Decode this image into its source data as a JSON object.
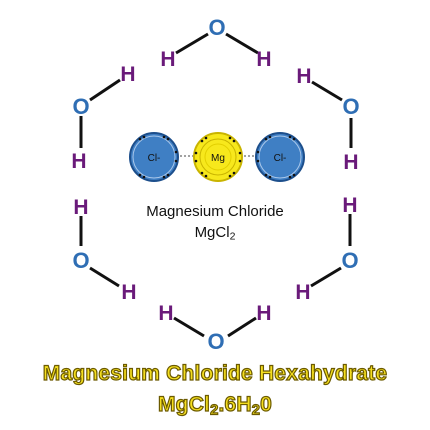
{
  "colors": {
    "oxygen": "#2f6eb4",
    "hydrogen": "#6a1a7a",
    "bond": "#111111",
    "chloride_fill": "#3f7fc4",
    "chloride_ring": "#1d4f8c",
    "magnesium_fill": "#f7e81c",
    "magnesium_ring": "#c9b400",
    "title_fill": "#f5df1f",
    "title_outline": "#6b5a00"
  },
  "atoms": {
    "oxygen": "O",
    "hydrogen": "H",
    "chloride": "Cl-",
    "magnesium": "Mg"
  },
  "caption": {
    "name": "Magnesium Chloride",
    "formula_base": "MgCl",
    "formula_sub": "2"
  },
  "title": {
    "line1": "Magnesium Chloride Hexahydrate",
    "line2_a": "MgCl",
    "line2_sub_a": "2",
    "line2_b": ".6H",
    "line2_sub_b": "2",
    "line2_c": "0"
  }
}
